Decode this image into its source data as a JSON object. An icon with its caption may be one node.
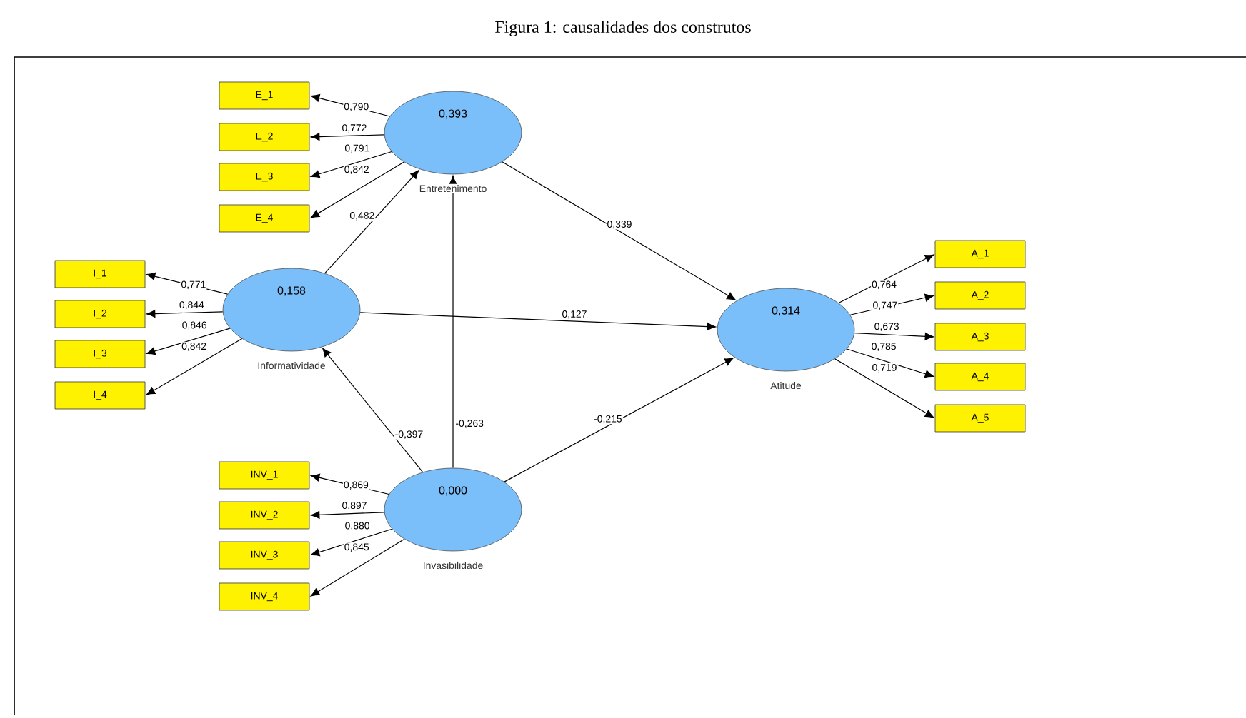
{
  "diagram": {
    "title": "Figura 1: causalidades dos construtos",
    "nodes": [
      {
        "text": [
          "0,393",
          "Entretenimento"
        ]
      },
      {
        "text": [
          "E_1"
        ]
      },
      {
        "text": [
          "E_2"
        ]
      },
      {
        "text": [
          "E_3"
        ]
      },
      {
        "text": [
          "E_4"
        ]
      },
      {
        "text": [
          "0,158",
          "Informatividade"
        ]
      },
      {
        "text": [
          "I_1"
        ]
      },
      {
        "text": [
          "I_2"
        ]
      },
      {
        "text": [
          "I_3"
        ]
      },
      {
        "text": [
          "I_4"
        ]
      },
      {
        "text": [
          "0,000",
          "Invasibilidade"
        ]
      },
      {
        "text": [
          "INV_1"
        ]
      },
      {
        "text": [
          "INV_2"
        ]
      },
      {
        "text": [
          "INV_3"
        ]
      },
      {
        "text": [
          "INV_4"
        ]
      },
      {
        "text": [
          "0,314",
          "Atitude"
        ]
      },
      {
        "text": [
          "A_1"
        ]
      },
      {
        "text": [
          "A_2"
        ]
      },
      {
        "text": [
          "A_3"
        ]
      },
      {
        "text": [
          "A_4"
        ]
      },
      {
        "text": [
          "A_5"
        ]
      }
    ],
    "edges": [
      {
        "from": 0,
        "to": 1,
        "arrow": "to",
        "label": "0,790"
      },
      {
        "from": 0,
        "to": 2,
        "arrow": "to",
        "label": "0,772"
      },
      {
        "from": 0,
        "to": 3,
        "arrow": "to",
        "label": "0,791"
      },
      {
        "from": 0,
        "to": 4,
        "arrow": "to",
        "label": "0,842"
      },
      {
        "from": 5,
        "to": 6,
        "arrow": "to",
        "label": "0,771"
      },
      {
        "from": 5,
        "to": 7,
        "arrow": "to",
        "label": "0,844"
      },
      {
        "from": 5,
        "to": 8,
        "arrow": "to",
        "label": "0,846"
      },
      {
        "from": 5,
        "to": 9,
        "arrow": "to",
        "label": "0,842"
      },
      {
        "from": 10,
        "to": 11,
        "arrow": "to",
        "label": "0,869"
      },
      {
        "from": 10,
        "to": 12,
        "arrow": "to",
        "label": "0,897"
      },
      {
        "from": 10,
        "to": 13,
        "arrow": "to",
        "label": "0,880"
      },
      {
        "from": 10,
        "to": 14,
        "arrow": "to",
        "label": "0,845"
      },
      {
        "from": 15,
        "to": 16,
        "arrow": "to",
        "label": "0,764"
      },
      {
        "from": 15,
        "to": 17,
        "arrow": "to",
        "label": "0,747"
      },
      {
        "from": 15,
        "to": 18,
        "arrow": "to",
        "label": "0,673"
      },
      {
        "from": 15,
        "to": 19,
        "arrow": "to",
        "label": "0,785"
      },
      {
        "from": 15,
        "to": 20,
        "arrow": "to",
        "label": "0,719"
      },
      {
        "from": 5,
        "to": 0,
        "arrow": "to",
        "label": "0,482"
      },
      {
        "from": 0,
        "to": 15,
        "arrow": "to",
        "label": "0,339"
      },
      {
        "from": 5,
        "to": 15,
        "arrow": "to",
        "label": "0,127"
      },
      {
        "from": 10,
        "to": 0,
        "arrow": "to",
        "label": "-0,263"
      },
      {
        "from": 10,
        "to": 5,
        "arrow": "to",
        "label": "-0,397"
      },
      {
        "from": 10,
        "to": 15,
        "arrow": "to",
        "label": "-0,215"
      }
    ]
  }
}
